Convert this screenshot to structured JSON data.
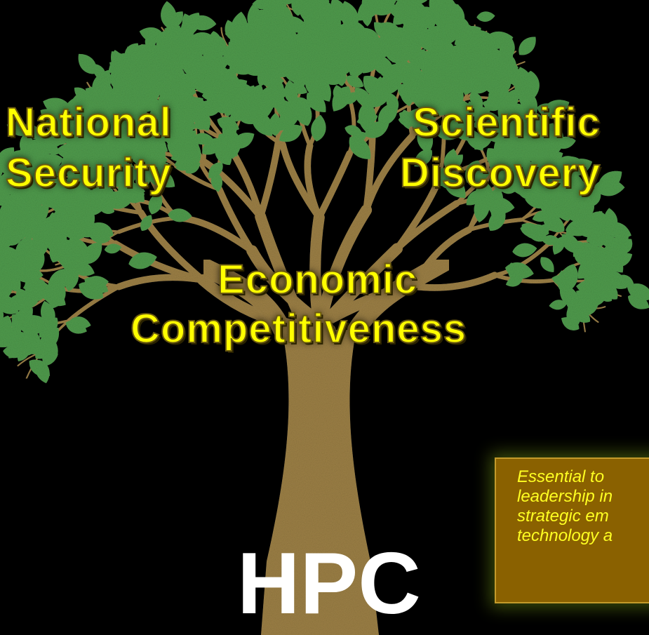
{
  "slide": {
    "labels": {
      "national": "National",
      "security": "Security",
      "scientific": "Scientific",
      "discovery": "Discovery",
      "economic": "Economic",
      "competitiveness": "Competitiveness"
    },
    "root_label": "HPC",
    "callout": {
      "lines": [
        "Essential to",
        "leadership in",
        "strategic em",
        "technology a"
      ]
    }
  },
  "colors": {
    "background": "#000000",
    "label_text": "#ffff00",
    "leaf": "#4f9a4c",
    "trunk": "#9b7f45",
    "callout_fill": "#8a6100",
    "callout_text": "#ffff22"
  }
}
